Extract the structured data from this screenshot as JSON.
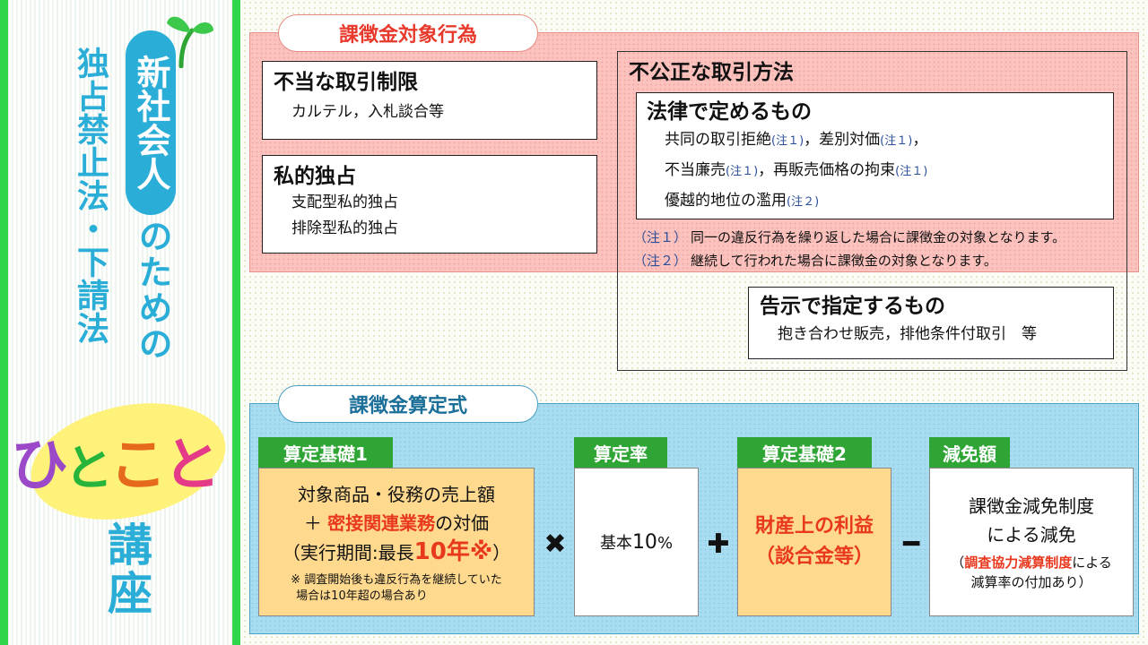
{
  "banner": {
    "pill": "新社会人",
    "law": "独占禁止法・下請法",
    "tame": "のための",
    "hitokoto": [
      "ひ",
      "と",
      "こ",
      "と"
    ],
    "kouza": "講座",
    "icons": [
      "sprout-icon"
    ]
  },
  "top": {
    "tab": "課徴金対象行為",
    "futo": {
      "heading": "不当な取引制限",
      "text": "カルテル，入札談合等"
    },
    "shiteki": {
      "heading": "私的独占",
      "lines": [
        "支配型私的独占",
        "排除型私的独占"
      ]
    },
    "fukosei": {
      "heading": "不公正な取引方法"
    },
    "houritsu": {
      "heading": "法律で定めるもの",
      "line1": {
        "a": "共同の取引拒絶",
        "a_note": "(注１)",
        "b": "，差別対価",
        "b_note": "(注１)",
        "c": "，"
      },
      "line2": {
        "a": "不当廉売",
        "a_note": "(注１)",
        "b": "，再販売価格の拘束",
        "b_note": "(注１)"
      },
      "line3": {
        "a": "優越的地位の濫用",
        "a_note": "(注２)"
      }
    },
    "notes": [
      {
        "num": "（注１）",
        "text": "同一の違反行為を繰り返した場合に課徴金の対象となります。"
      },
      {
        "num": "（注２）",
        "text": "継続して行われた場合に課徴金の対象となります。"
      }
    ],
    "kokuji": {
      "heading": "告示で指定するもの",
      "text": "抱き合わせ販売，排他条件付取引　等"
    }
  },
  "bottom": {
    "tab": "課徴金算定式",
    "c1": {
      "label": "算定基礎1",
      "line1": "対象商品・役務の売上額",
      "line2_a": "＋ ",
      "line2_red": "密接関連業務",
      "line2_b": "の対価",
      "line3_a": "（実行期間:最長",
      "line3_red": "10年※",
      "line3_b": "）",
      "note1": "※ 調査開始後も違反行為を継続していた",
      "note2": "場合は10年超の場合あり"
    },
    "op1": "✖",
    "c2": {
      "label": "算定率",
      "a": "基本",
      "b": "10",
      "c": "%"
    },
    "op2": "✚",
    "c3": {
      "label": "算定基礎2",
      "line1": "財産上の利益",
      "line2": "（談合金等）"
    },
    "op3": "━",
    "c4": {
      "label": "減免額",
      "line1": "課徴金減免制度",
      "line2": "による減免",
      "s1_a": "（",
      "s1_red": "調査協力減算制度",
      "s1_b": "による",
      "s2": "減算率の付加あり）"
    }
  },
  "colors": {
    "green": "#2fd64c",
    "blue": "#2aaed8",
    "pink": "#fbc2be",
    "sky": "#a8dcf0",
    "label_green": "#2fa536",
    "orange": "#ffd98e",
    "red": "#e8391f",
    "hitokoto": [
      "#9b49c8",
      "#27b43b",
      "#e56a1c",
      "#e53a87"
    ]
  }
}
